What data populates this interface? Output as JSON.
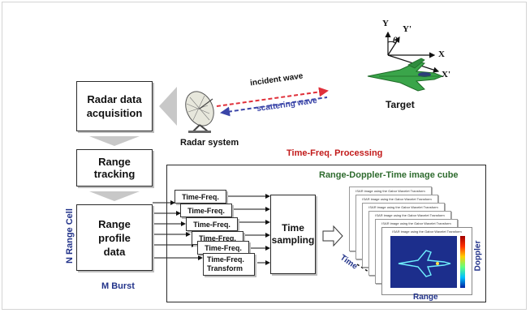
{
  "blocks": {
    "acquisition": "Radar data acquisition",
    "tracking": "Range tracking",
    "profile": "Range profile data",
    "sampling": "Time sampling"
  },
  "labels": {
    "incident": "incident wave",
    "scattering": "scattering wave",
    "radar_system": "Radar system",
    "target": "Target",
    "tf_processing": "Time-Freq. Processing",
    "cube_title": "Range-Doppler-Time image cube",
    "n_range_cell": "N Range Cell",
    "m_burst": "M Burst",
    "time": "Time",
    "range": "Range",
    "doppler": "Doppler"
  },
  "tf_boxes": [
    "Time-Freq.",
    "Time-Freq.",
    "Time-Freq.",
    "Time-Freq.",
    "Time-Freq.",
    "Time-Freq. Transform"
  ],
  "axes": {
    "y": "Y",
    "y_prime": "Y'",
    "x": "X",
    "x_prime": "X'",
    "theta": "θ"
  },
  "cube_frame_caption": "ISAR image using the Gabor Wavelet Transform",
  "colors": {
    "incident": "#e0303a",
    "scattering": "#3a45a8",
    "tf_processing": "#c21a1a",
    "cube_title": "#2e6b2e",
    "side_labels": "#22338a",
    "jet": "#3aa54a"
  }
}
